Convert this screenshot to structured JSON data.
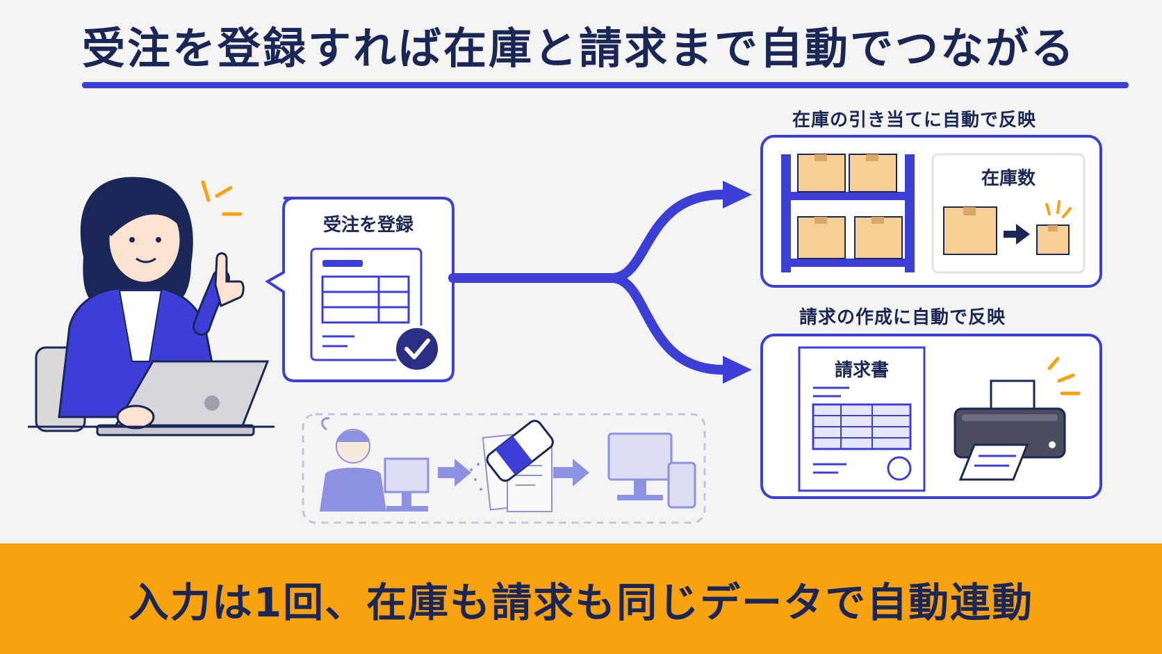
{
  "title": "受注を登録すれば在庫と請求まで自動でつながる",
  "order_card": {
    "label": "受注を登録"
  },
  "inventory_section": {
    "caption": "在庫の引き当てに自動で反映",
    "stock_label": "在庫数"
  },
  "invoice_section": {
    "caption": "請求の作成に自動で反映",
    "invoice_label": "請求書"
  },
  "footer": {
    "text": "入力は1回、在庫も請求も同じデータで自動連動"
  },
  "colors": {
    "navy": "#1a2656",
    "accent_blue": "#3b3fd6",
    "banner_orange": "#f7a20e",
    "box_tan": "#f6cf97",
    "check_navy": "#2a2f86"
  }
}
